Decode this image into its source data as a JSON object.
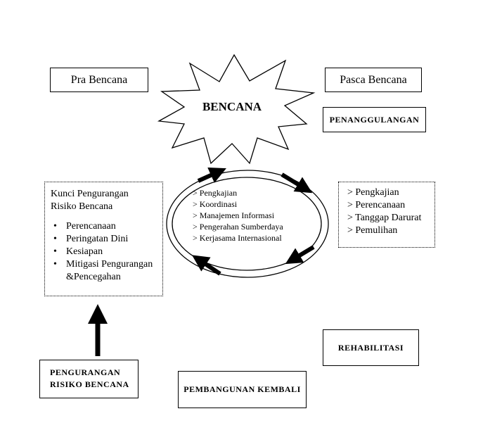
{
  "pra": "Pra Bencana",
  "pasca": "Pasca Bencana",
  "bencana": "BENCANA",
  "penanggulangan": "PENANGGULANGAN",
  "kunci": {
    "title_line1": "Kunci Pengurangan",
    "title_line2": "Risiko Bencana",
    "items": [
      "Perencanaan",
      "Peringatan Dini",
      "Kesiapan",
      "Mitigasi Pengurangan",
      "&Pencegahan"
    ]
  },
  "cycle_items": [
    "> Pengkajian",
    "> Koordinasi",
    "> Manajemen Informasi",
    "> Pengerahan Sumberdaya",
    "> Kerjasama Internasional"
  ],
  "pasca_items": [
    "> Pengkajian",
    "> Perencanaan",
    "> Tanggap Darurat",
    "> Pemulihan"
  ],
  "rehabilitasi": "REHABILITASI",
  "pengurangan_line1": "PENGURANGAN",
  "pengurangan_line2": "RISIKO BENCANA",
  "pembangunan": "PEMBANGUNAN KEMBALI"
}
